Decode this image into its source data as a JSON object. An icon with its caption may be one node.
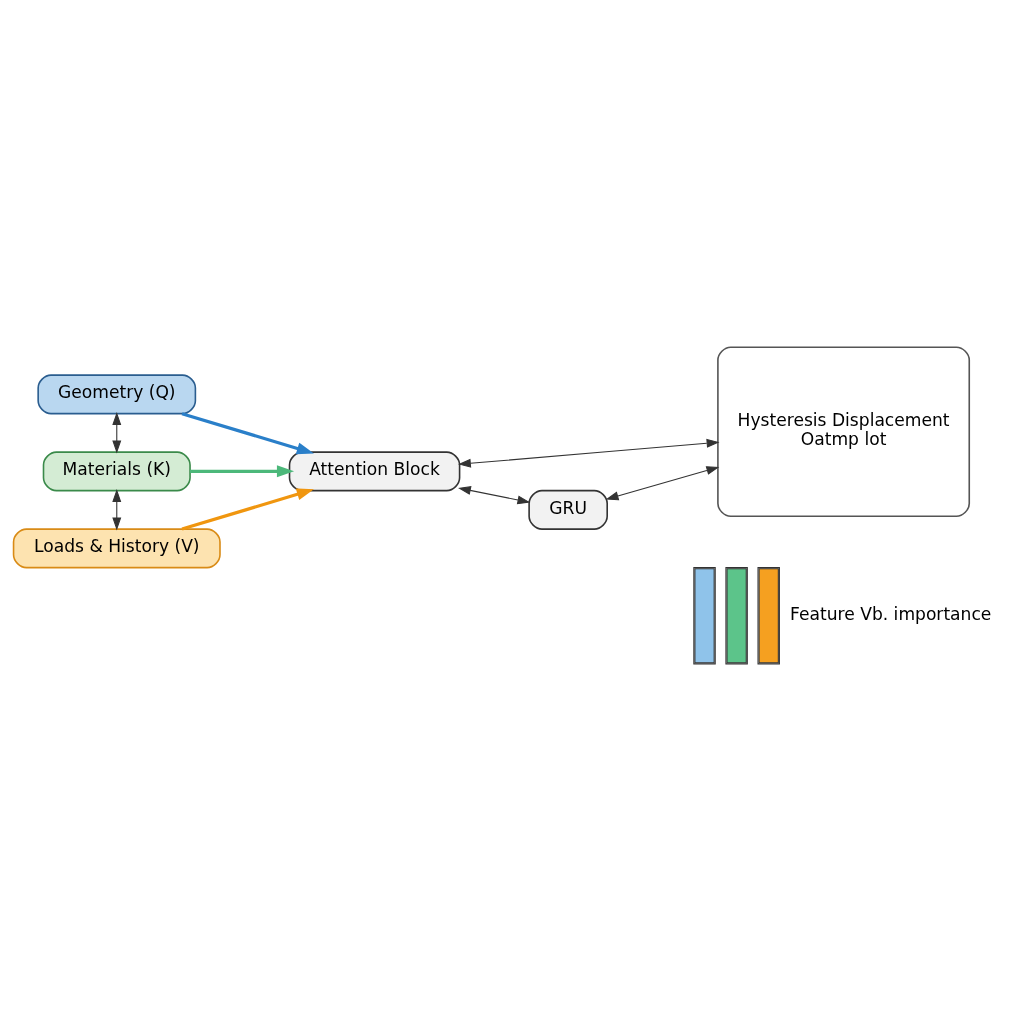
{
  "diagram": {
    "nodes": [
      {
        "text": [
          "Geometry (Q)"
        ]
      },
      {
        "text": [
          "Materials (K)"
        ]
      },
      {
        "text": [
          "Loads & History (V)"
        ]
      },
      {
        "text": [
          "Attention Block"
        ]
      },
      {
        "text": [
          "GRU"
        ]
      },
      {
        "text": [
          "Hysteresis Displacement",
          "Oatmp lot"
        ]
      }
    ],
    "edges": [
      {
        "from": 0,
        "to": 1,
        "arrow": "both"
      },
      {
        "from": 1,
        "to": 2,
        "arrow": "both"
      },
      {
        "from": 0,
        "to": 3,
        "arrow": "to",
        "style": "thick",
        "color": "#2a7fc9"
      },
      {
        "from": 1,
        "to": 3,
        "arrow": "to",
        "style": "thick",
        "color": "#4cb87a"
      },
      {
        "from": 2,
        "to": 3,
        "arrow": "to",
        "style": "thick",
        "color": "#f0960f"
      },
      {
        "from": 3,
        "to": 5,
        "arrow": "both"
      },
      {
        "from": 3,
        "to": 4,
        "arrow": "both"
      },
      {
        "from": 4,
        "to": 5,
        "arrow": "both"
      }
    ],
    "labels": [
      "Feature Vb. importance"
    ]
  }
}
